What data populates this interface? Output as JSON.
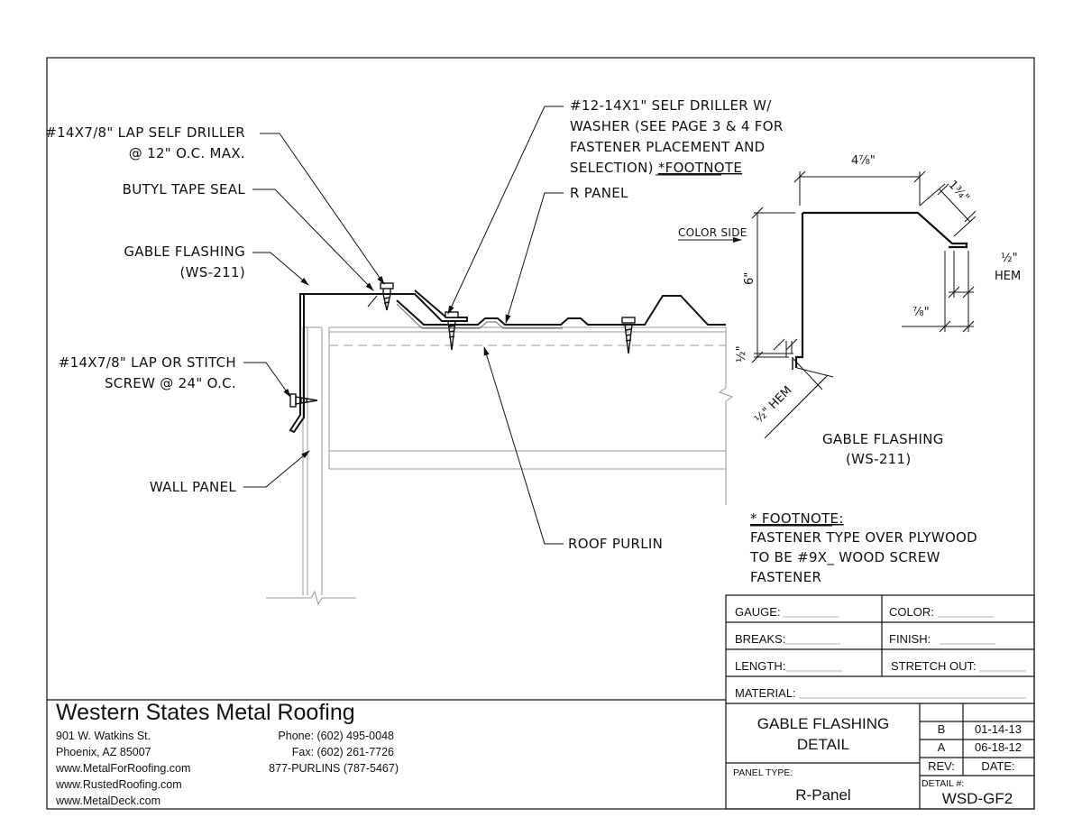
{
  "callouts": {
    "lap_self_driller_1": "#14X7/8\" LAP SELF DRILLER",
    "lap_self_driller_2": "@ 12\" O.C. MAX.",
    "butyl_tape": "BUTYL TAPE SEAL",
    "gable_flashing_1": "GABLE FLASHING",
    "gable_flashing_2": "(WS-211)",
    "lap_stitch_1": "#14X7/8\" LAP OR STITCH",
    "lap_stitch_2": "SCREW @ 24\" O.C.",
    "wall_panel": "WALL PANEL",
    "self_driller_1": "#12-14X1\" SELF DRILLER W/",
    "self_driller_2": "WASHER (SEE PAGE 3 & 4 FOR",
    "self_driller_3": "FASTENER PLACEMENT AND",
    "self_driller_4": "SELECTION) ",
    "self_driller_4b": "*FOOTNOTE",
    "r_panel": "R PANEL",
    "roof_purlin": "ROOF PURLIN"
  },
  "profile": {
    "color_side": "COLOR SIDE",
    "dim_top": "4⅞\"",
    "dim_slope": "1¾\"",
    "dim_height": "6\"",
    "dim_hem_right_value": "½\"",
    "dim_hem_right_label": "HEM",
    "dim_bottom_right": "⅞\"",
    "dim_bottom_left": "½\"",
    "dim_hem_left": "½\" HEM",
    "title_1": "GABLE FLASHING",
    "title_2": "(WS-211)"
  },
  "footnote": {
    "heading": "* FOOTNOTE:",
    "line1": "FASTENER TYPE OVER PLYWOOD",
    "line2": "TO BE #9X_ WOOD SCREW",
    "line3": "FASTENER"
  },
  "company": {
    "name": "Western States Metal Roofing",
    "address1": "901 W. Watkins St.",
    "address2": "Phoenix, AZ 85007",
    "web1": "www.MetalForRoofing.com",
    "web2": "www.RustedRoofing.com",
    "web3": "www.MetalDeck.com",
    "phone": "Phone: (602) 495-0048",
    "fax": "Fax: (602) 261-7726",
    "tollfree": "877-PURLINS (787-5467)"
  },
  "titleblock": {
    "gauge": "GAUGE:",
    "color": "COLOR:",
    "breaks": "BREAKS:",
    "finish": "FINISH:",
    "length": "LENGTH:",
    "stretch_out": "STRETCH OUT:",
    "material": "MATERIAL:",
    "title_1": "GABLE FLASHING",
    "title_2": "DETAIL",
    "panel_type_label": "PANEL TYPE:",
    "panel_type": "R-Panel",
    "rev_b": "B",
    "date_b": "01-14-13",
    "rev_a": "A",
    "date_a": "06-18-12",
    "rev_label": "REV:",
    "date_label": "DATE:",
    "detail_label": "DETAIL #:",
    "detail_no": "WSD-GF2"
  }
}
